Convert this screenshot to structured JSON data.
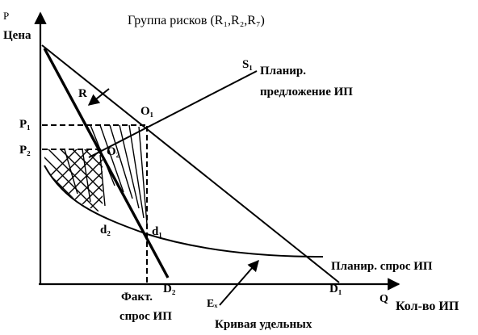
{
  "title": "Группа рисков (R₁,R₂,R₇)",
  "axes": {
    "y_symbol": "P",
    "y_label": "Цена",
    "x_symbol": "Q",
    "x_label": "Кол-во ИП"
  },
  "price_levels": {
    "p1": "P₁",
    "p2": "P₂"
  },
  "points": {
    "o1": "O₁",
    "o2": "O₂",
    "d1": "d₁",
    "d2": "d₂"
  },
  "curves": {
    "r_label": "R",
    "supply_symbol": "S₁",
    "supply_label_line1": "Планир.",
    "supply_label_line2": "предложение ИП",
    "planned_demand_label": "Планир. спрос ИП",
    "d1_symbol": "D₁",
    "d2_symbol": "D₂",
    "actual_demand_line1": "Факт.",
    "actual_demand_line2": "спрос ИП",
    "ex_symbol": "Eₓ",
    "ex_label": "Кривая удельных"
  }
}
